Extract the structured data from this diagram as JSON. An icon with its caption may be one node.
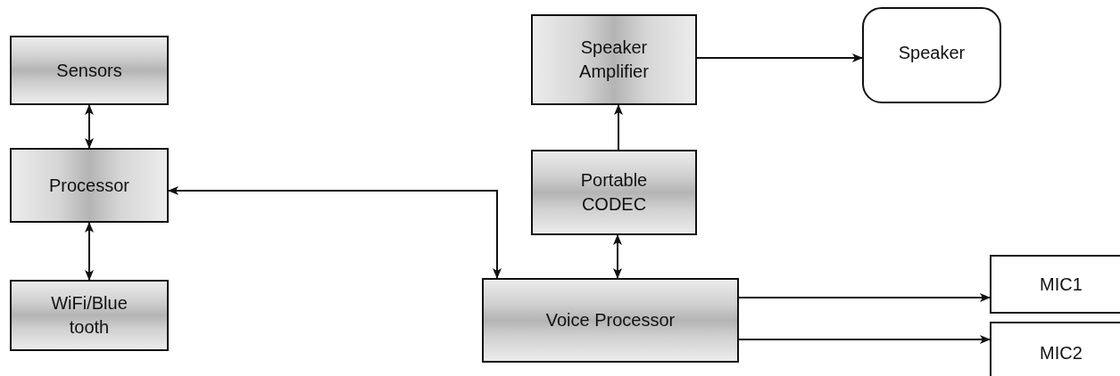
{
  "diagram": {
    "nodes": [
      {
        "text": [
          "Sensors"
        ]
      },
      {
        "text": [
          "Processor"
        ]
      },
      {
        "text": [
          "WiFi/Blue tooth"
        ]
      },
      {
        "text": [
          "Speaker Amplifier"
        ]
      },
      {
        "text": [
          "Speaker"
        ]
      },
      {
        "text": [
          "Portable CODEC"
        ]
      },
      {
        "text": [
          "Voice Processor"
        ]
      },
      {
        "text": [
          "MIC1"
        ]
      },
      {
        "text": [
          "MIC2"
        ]
      }
    ],
    "edges": [
      {
        "from": 0,
        "to": 1,
        "arrow": "both"
      },
      {
        "from": 1,
        "to": 2,
        "arrow": "both"
      },
      {
        "from": 1,
        "to": 6,
        "arrow": "both"
      },
      {
        "from": 5,
        "to": 6,
        "arrow": "both"
      },
      {
        "from": 5,
        "to": 3,
        "arrow": "to"
      },
      {
        "from": 3,
        "to": 4,
        "arrow": "to"
      },
      {
        "from": 6,
        "to": 7,
        "arrow": "to"
      },
      {
        "from": 6,
        "to": 8,
        "arrow": "to"
      }
    ]
  }
}
